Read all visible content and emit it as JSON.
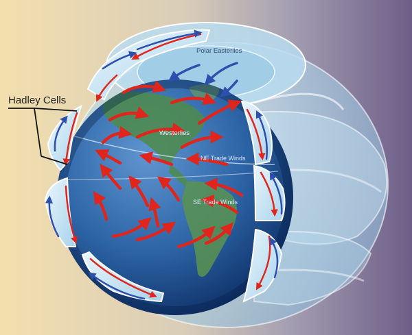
{
  "labels": {
    "hadley": "Hadley Cells",
    "polar": "Polar Easterlies",
    "westerlies": "Westerlies",
    "ne_trade": "NE Trade Winds",
    "se_trade": "SE Trade Winds"
  },
  "colors": {
    "bg_left": "#f3dfae",
    "bg_mid": "#b9b3b8",
    "bg_right": "#6e5e88",
    "ocean": "#2c64a6",
    "ocean_dark": "#0d2d63",
    "land": "#4e8b4a",
    "cell_fill": "#bfe0f2",
    "shell_fill": "#a9d3ea",
    "wind_red": "#e0261c",
    "wind_blue": "#2f4fae"
  }
}
